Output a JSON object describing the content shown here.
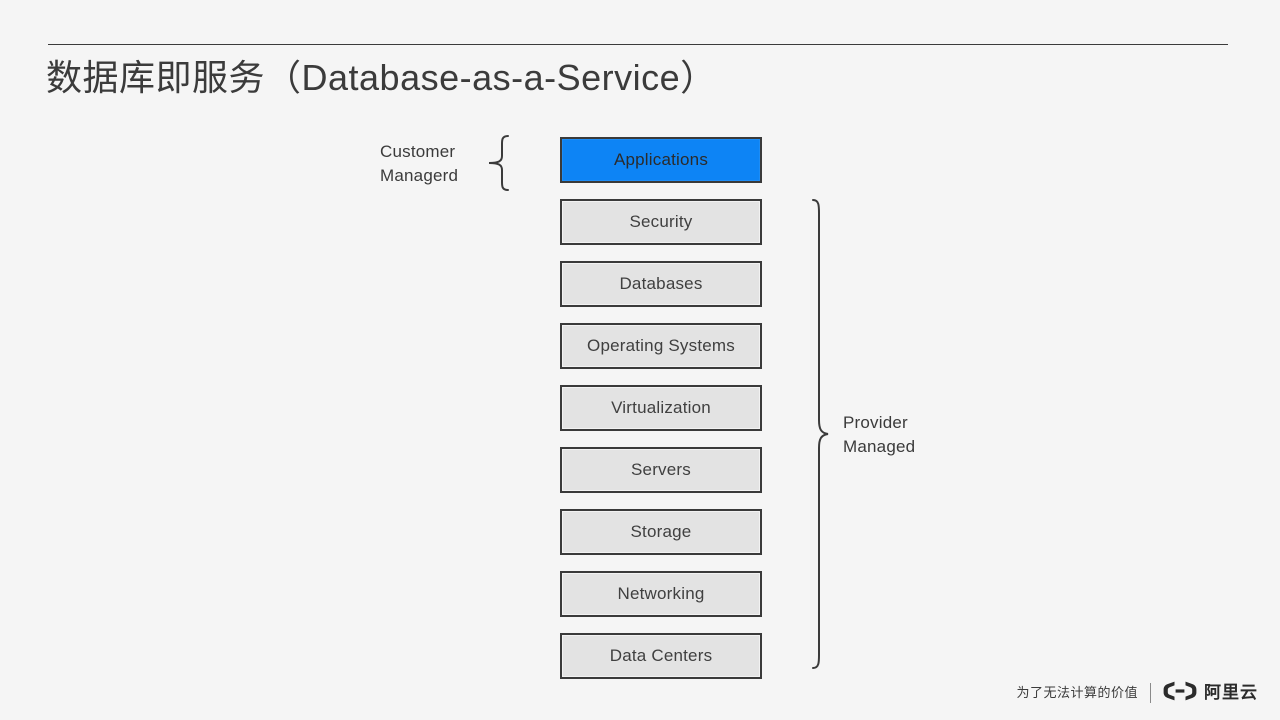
{
  "slide": {
    "title": "数据库即服务（Database-as-a-Service）",
    "accent_color": "#0d84f5",
    "background_color": "#f5f5f5",
    "box_fill_color": "#e3e3e3",
    "box_border_color": "#3a3a3a",
    "text_color": "#3b3b3b"
  },
  "diagram": {
    "layers": [
      {
        "label": "Applications",
        "highlighted": true
      },
      {
        "label": "Security",
        "highlighted": false
      },
      {
        "label": "Databases",
        "highlighted": false
      },
      {
        "label": "Operating Systems",
        "highlighted": false
      },
      {
        "label": "Virtualization",
        "highlighted": false
      },
      {
        "label": "Servers",
        "highlighted": false
      },
      {
        "label": "Storage",
        "highlighted": false
      },
      {
        "label": "Networking",
        "highlighted": false
      },
      {
        "label": "Data Centers",
        "highlighted": false
      }
    ],
    "customer_group": {
      "line1": "Customer",
      "line2": "Managerd",
      "brace": "right-curly-brace"
    },
    "provider_group": {
      "line1": "Provider",
      "line2": "Managed",
      "brace": "left-curly-brace"
    }
  },
  "footer": {
    "tagline": "为了无法计算的价值",
    "brand_name": "阿里云",
    "brand_mark": "alibaba-cloud-logo"
  }
}
